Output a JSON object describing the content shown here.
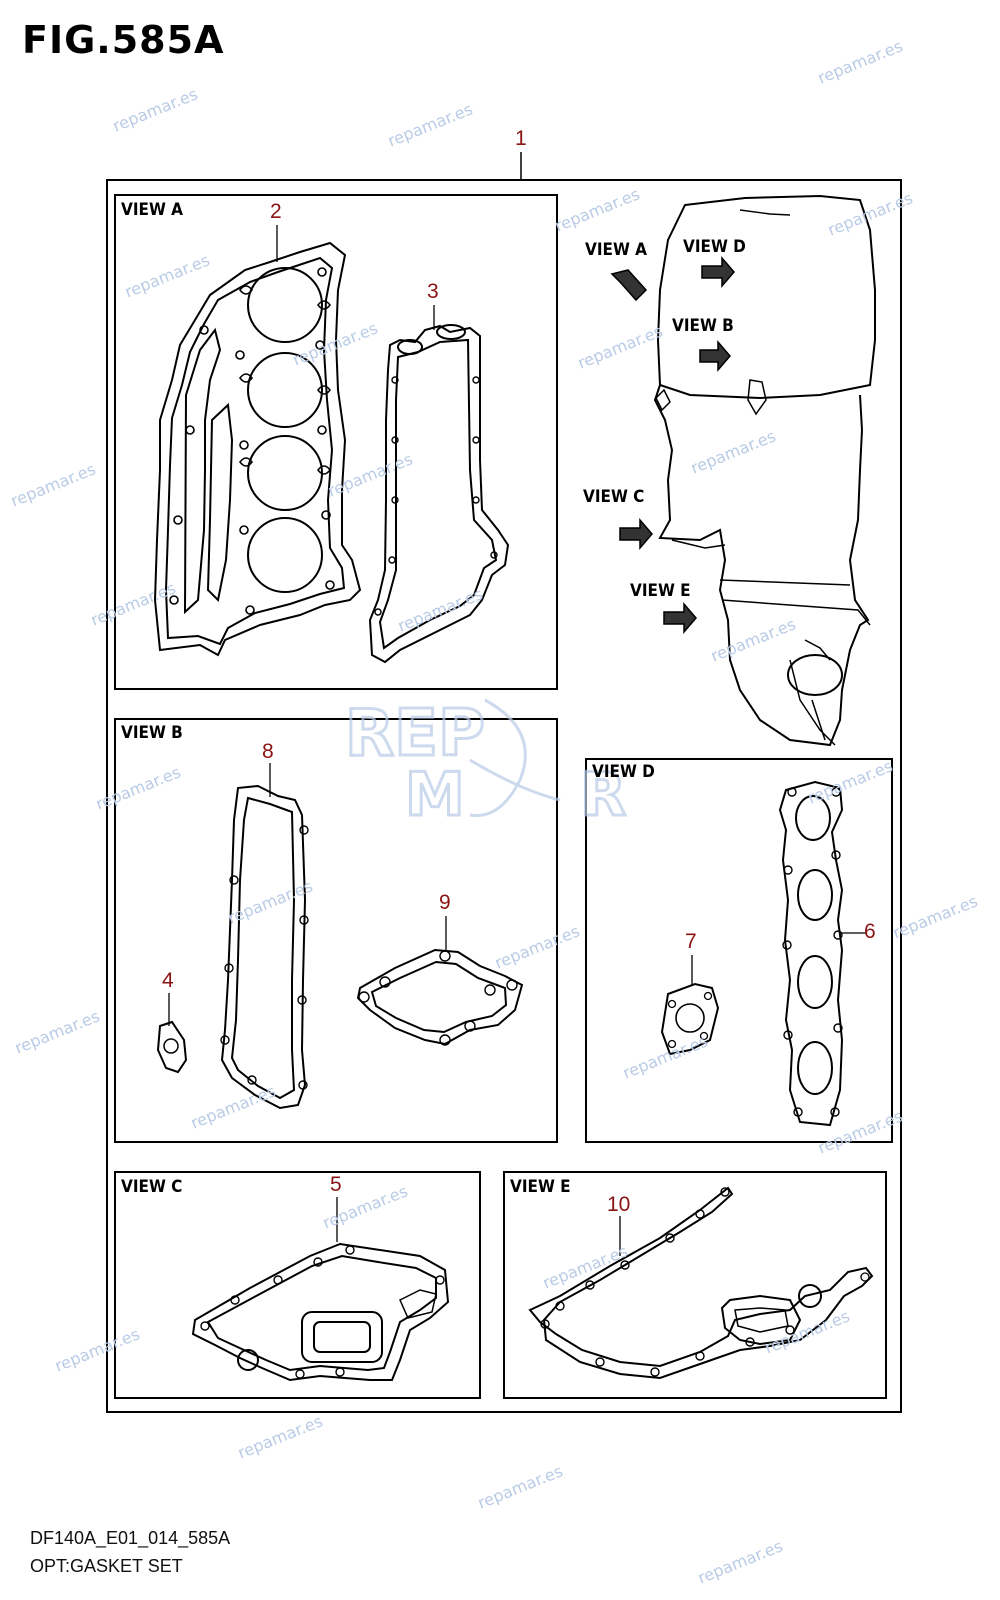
{
  "header": {
    "fig_title": "FIG.585A"
  },
  "footer": {
    "model_code": "DF140A_E01_014_585A",
    "description": "OPT:GASKET SET"
  },
  "watermark": {
    "text": "repamar.es",
    "logo": "REPMAR"
  },
  "views": {
    "a": "VIEW A",
    "b": "VIEW B",
    "c": "VIEW C",
    "d": "VIEW D",
    "e": "VIEW E"
  },
  "engine_pointers": {
    "a": "VIEW A",
    "b": "VIEW B",
    "c": "VIEW C",
    "d": "VIEW D",
    "e": "VIEW E"
  },
  "callouts": {
    "set": "1",
    "p2": "2",
    "p3": "3",
    "p4": "4",
    "p5": "5",
    "p6": "6",
    "p7": "7",
    "p8": "8",
    "p9": "9",
    "p10": "10"
  },
  "colors": {
    "callout": "#8a1414",
    "line": "#000000",
    "watermark": "#b9cbe6"
  }
}
